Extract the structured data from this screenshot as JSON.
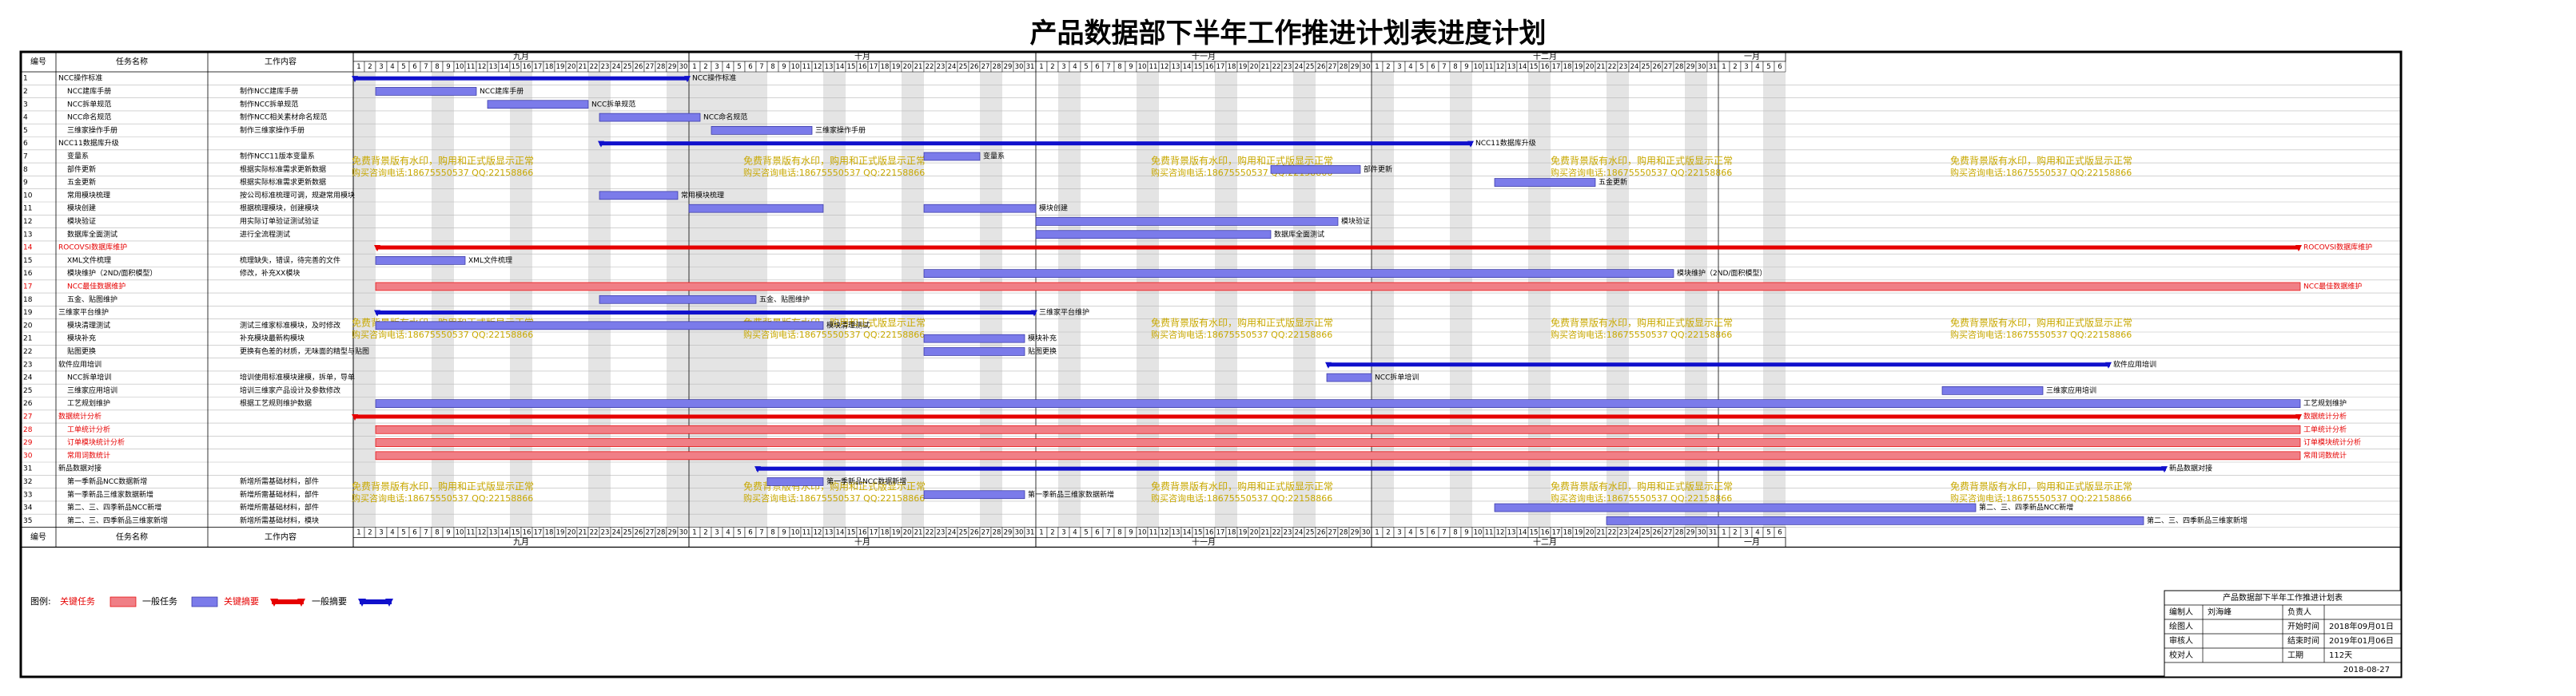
{
  "title": "产品数据部下半年工作推进计划表进度计划",
  "header": {
    "no": "编号",
    "task": "任务名称",
    "content": "工作内容"
  },
  "months": [
    "九月",
    "十月",
    "十一月",
    "十二月",
    "一月"
  ],
  "month_days": [
    30,
    31,
    30,
    31,
    6
  ],
  "watermark": {
    "line1": "免费背景版有水印，购用和正式版显示正常",
    "line2": "购买咨询电话:18675550537 QQ:22158866"
  },
  "legend": {
    "label": "图例:",
    "critical": "关键任务",
    "normal": "一般任务",
    "critical_summary": "关键摘要",
    "normal_summary": "一般摘要"
  },
  "info_box": {
    "title": "产品数据部下半年工作推进计划表",
    "made_by_label": "编制人",
    "made_by": "刘海峰",
    "owner_label": "负责人",
    "drawn_label": "绘图人",
    "start_label": "开始时间",
    "start": "2018年09月01日",
    "reviewer_label": "审核人",
    "end_label": "结束时间",
    "end": "2019年01月06日",
    "checker_label": "校对人",
    "duration_label": "工期",
    "duration": "112天",
    "date": "2018-08-27"
  },
  "colors": {
    "critical": "#e60000",
    "critical_bar": "#f07f86",
    "normal_bar": "#7b7bea",
    "summary": "#1010cc",
    "watermark": "#c8a800",
    "weekend": "#e4e4e4"
  },
  "chart_data": {
    "type": "gantt",
    "x_unit": "day index from 2018-09-01",
    "rows": [
      {
        "no": "1",
        "task": "NCC操作标准",
        "content": "",
        "kind": "summary",
        "bars": [
          [
            1,
            30
          ]
        ],
        "label": "NCC操作标准"
      },
      {
        "no": "2",
        "task": "NCC建库手册",
        "content": "制作NCC建库手册",
        "kind": "normal",
        "bars": [
          [
            3,
            11
          ]
        ],
        "label": "NCC建库手册"
      },
      {
        "no": "3",
        "task": "NCC拆单规范",
        "content": "制作NCC拆单规范",
        "kind": "normal",
        "bars": [
          [
            13,
            21
          ]
        ],
        "label": "NCC拆单规范"
      },
      {
        "no": "4",
        "task": "NCC命名规范",
        "content": "制作NCC相关素材命名规范",
        "kind": "normal",
        "bars": [
          [
            23,
            31
          ]
        ],
        "label": "NCC命名规范"
      },
      {
        "no": "5",
        "task": "三维家操作手册",
        "content": "制作三维家操作手册",
        "kind": "normal",
        "bars": [
          [
            33,
            41
          ]
        ],
        "label": "三维家操作手册"
      },
      {
        "no": "6",
        "task": "NCC11数据库升级",
        "content": "",
        "kind": "summary",
        "bars": [
          [
            23,
            100
          ]
        ],
        "label": "NCC11数据库升级"
      },
      {
        "no": "7",
        "task": "变量系",
        "content": "制作NCC11版本变量系",
        "kind": "normal",
        "bars": [
          [
            52,
            56
          ]
        ],
        "label": "变量系"
      },
      {
        "no": "8",
        "task": "部件更新",
        "content": "根据实际标准需求更新数据",
        "kind": "normal",
        "bars": [
          [
            83,
            90
          ]
        ],
        "label": "部件更新"
      },
      {
        "no": "9",
        "task": "五金更新",
        "content": "根据实际标准需求更新数据",
        "kind": "normal",
        "bars": [
          [
            103,
            111
          ]
        ],
        "label": "五金更新"
      },
      {
        "no": "10",
        "task": "常用模块梳理",
        "content": "按公司标准梳理可调，规避常用模块",
        "kind": "normal",
        "bars": [
          [
            23,
            29
          ]
        ],
        "label": "常用模块梳理"
      },
      {
        "no": "11",
        "task": "模块创建",
        "content": "根据梳理模块，创建模块",
        "kind": "normal",
        "bars": [
          [
            31,
            42
          ],
          [
            52,
            61
          ]
        ],
        "label": "模块创建"
      },
      {
        "no": "12",
        "task": "模块验证",
        "content": "用实际订单验证测试验证",
        "kind": "normal",
        "bars": [
          [
            62,
            88
          ]
        ],
        "label": "模块验证"
      },
      {
        "no": "13",
        "task": "数据库全面测试",
        "content": "进行全流程测试",
        "kind": "normal",
        "bars": [
          [
            62,
            82
          ]
        ],
        "label": "数据库全面测试"
      },
      {
        "no": "14",
        "task": "ROCOVSI数据库维护",
        "content": "",
        "kind": "critical_summary",
        "bars": [
          [
            3,
            174
          ]
        ],
        "label": "ROCOVSI数据库维护"
      },
      {
        "no": "15",
        "task": "XML文件梳理",
        "content": "梳理缺失，错误，待完善的文件",
        "kind": "normal",
        "bars": [
          [
            3,
            10
          ]
        ],
        "label": "XML文件梳理"
      },
      {
        "no": "16",
        "task": "模块维护（2ND/面积模型）",
        "content": "修改，补充XX模块",
        "kind": "normal",
        "bars": [
          [
            52,
            118
          ]
        ],
        "label": "模块维护（2ND/面积模型）"
      },
      {
        "no": "17",
        "task": "NCC最佳数据维护",
        "content": "",
        "kind": "critical",
        "bars": [
          [
            3,
            174
          ]
        ],
        "label": "NCC最佳数据维护"
      },
      {
        "no": "18",
        "task": "五金、贴图维护",
        "content": "",
        "kind": "normal",
        "bars": [
          [
            23,
            36
          ]
        ],
        "label": "五金、贴图维护"
      },
      {
        "no": "19",
        "task": "三维家平台维护",
        "content": "",
        "kind": "summary",
        "bars": [
          [
            3,
            61
          ]
        ],
        "label": "三维家平台维护"
      },
      {
        "no": "20",
        "task": "模块清理测试",
        "content": "测试三维家标准模块，及时修改",
        "kind": "normal",
        "bars": [
          [
            3,
            42
          ]
        ],
        "label": "模块清理测试"
      },
      {
        "no": "21",
        "task": "模块补充",
        "content": "补充模块最新构模块",
        "kind": "normal",
        "bars": [
          [
            52,
            60
          ]
        ],
        "label": "模块补充"
      },
      {
        "no": "22",
        "task": "贴图更换",
        "content": "更换有色差的材质，无味面的精型与贴图",
        "kind": "normal",
        "bars": [
          [
            52,
            60
          ]
        ],
        "label": "贴图更换"
      },
      {
        "no": "23",
        "task": "软件应用培训",
        "content": "",
        "kind": "summary",
        "bars": [
          [
            88,
            157
          ]
        ],
        "label": "软件应用培训"
      },
      {
        "no": "24",
        "task": "NCC拆单培训",
        "content": "培训使用标准模块建模，拆单，导单",
        "kind": "normal",
        "bars": [
          [
            88,
            91
          ]
        ],
        "label": "NCC拆单培训"
      },
      {
        "no": "25",
        "task": "三维家应用培训",
        "content": "培训三维家产品设计及参数修改",
        "kind": "normal",
        "bars": [
          [
            143,
            151
          ]
        ],
        "label": "三维家应用培训"
      },
      {
        "no": "26",
        "task": "工艺规划维护",
        "content": "根据工艺规则维护数据",
        "kind": "normal",
        "bars": [
          [
            3,
            174
          ]
        ],
        "label": "工艺规划维护"
      },
      {
        "no": "27",
        "task": "数据统计分析",
        "content": "",
        "kind": "critical_summary",
        "bars": [
          [
            1,
            174
          ]
        ],
        "label": "数据统计分析"
      },
      {
        "no": "28",
        "task": "工单统计分析",
        "content": "",
        "kind": "critical",
        "bars": [
          [
            3,
            174
          ]
        ],
        "label": "工单统计分析"
      },
      {
        "no": "29",
        "task": "订单模块统计分析",
        "content": "",
        "kind": "critical",
        "bars": [
          [
            3,
            174
          ]
        ],
        "label": "订单模块统计分析"
      },
      {
        "no": "30",
        "task": "常用词数统计",
        "content": "",
        "kind": "critical",
        "bars": [
          [
            3,
            174
          ]
        ],
        "label": "常用词数统计"
      },
      {
        "no": "31",
        "task": "新品数据对接",
        "content": "",
        "kind": "summary",
        "bars": [
          [
            37,
            162
          ]
        ],
        "label": "新品数据对接"
      },
      {
        "no": "32",
        "task": "第一季新品NCC数据新增",
        "content": "新增所需基础材料，部件",
        "kind": "normal",
        "bars": [
          [
            38,
            42
          ]
        ],
        "label": "第一季新品NCC数据新增"
      },
      {
        "no": "33",
        "task": "第一季新品三维家数据新增",
        "content": "新增所需基础材料，部件",
        "kind": "normal",
        "bars": [
          [
            52,
            60
          ]
        ],
        "label": "第一季新品三维家数据新增"
      },
      {
        "no": "34",
        "task": "第二、三、四季新品NCC新增",
        "content": "新增所需基础材料，部件",
        "kind": "normal",
        "bars": [
          [
            103,
            145
          ]
        ],
        "label": "第二、三、四季新品NCC新增"
      },
      {
        "no": "35",
        "task": "第二、三、四季新品三维家新增",
        "content": "新增所需基础材料，模块",
        "kind": "normal",
        "bars": [
          [
            113,
            160
          ]
        ],
        "label": "第二、三、四季新品三维家新增"
      }
    ]
  }
}
